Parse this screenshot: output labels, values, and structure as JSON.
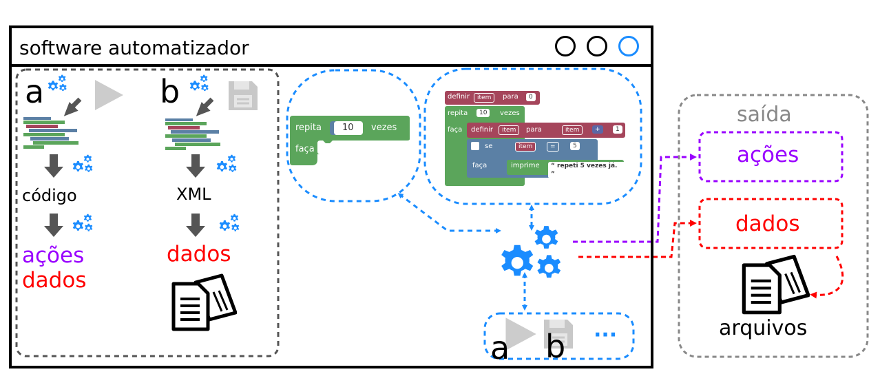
{
  "window": {
    "title": "software automatizador"
  },
  "left_panel": {
    "col_a": {
      "letter": "a",
      "step1": "código",
      "out_actions": "ações",
      "out_data": "dados"
    },
    "col_b": {
      "letter": "b",
      "step1": "XML",
      "out_data": "dados"
    }
  },
  "block_small": {
    "repeat_label": "repita",
    "count": "10",
    "times": "vezes",
    "do_label": "faça"
  },
  "block_big": {
    "line1": [
      "definir",
      "item",
      "para",
      "0"
    ],
    "line2": [
      "repita",
      "10",
      "vezes"
    ],
    "line3": [
      "faça",
      "definir",
      "item",
      "para",
      "item",
      "+",
      "1"
    ],
    "line4": [
      "se",
      "item",
      "=",
      "5"
    ],
    "line5": [
      "faça",
      "imprime",
      "“ repeti 5 vezes já. ”"
    ]
  },
  "bottom_actions": {
    "a": "a",
    "b": "b",
    "more": "···"
  },
  "output": {
    "title": "saída",
    "actions": "ações",
    "data": "dados",
    "files": "arquivos"
  },
  "colors": {
    "blue": "#1a8cff",
    "purple": "#9900ff",
    "red": "#ff0000",
    "gray": "#555555",
    "block_green": "#5ba55b",
    "block_red": "#a5455b",
    "block_blue": "#5b80a5"
  },
  "icons": [
    "gears-icon",
    "play-icon",
    "save-icon",
    "arrow-down-icon",
    "document-icon"
  ]
}
